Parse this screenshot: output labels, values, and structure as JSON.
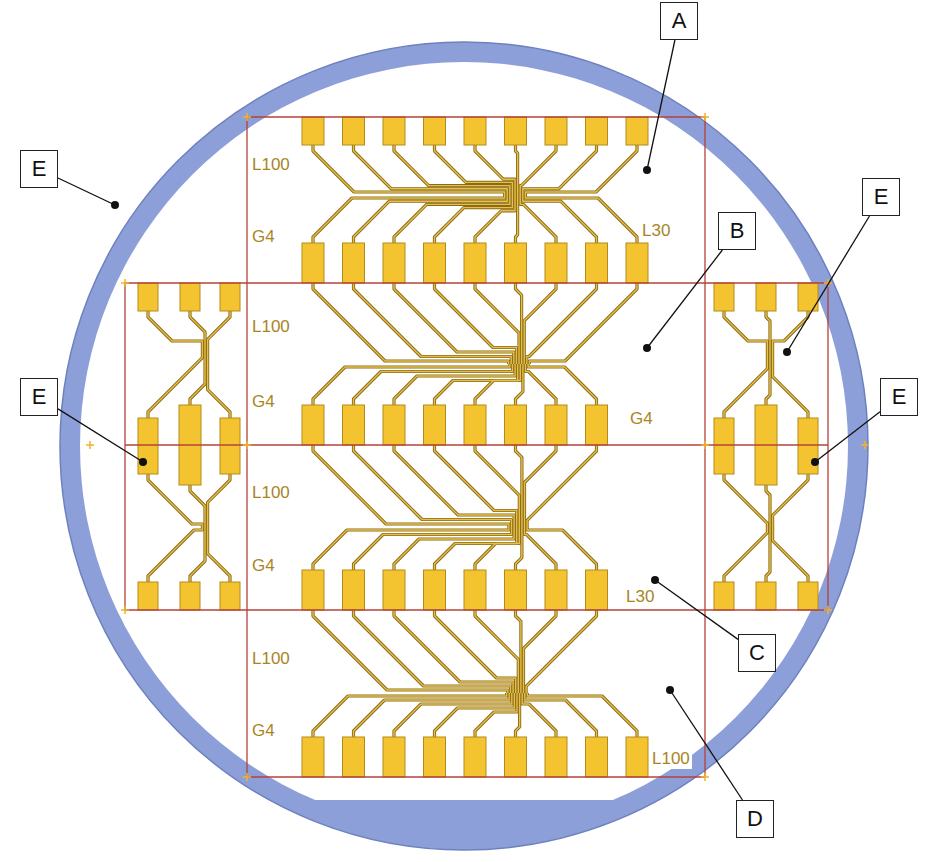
{
  "diagram": {
    "nodes": [
      {
        "text": [
          "A"
        ]
      },
      {
        "text": [
          "E"
        ]
      },
      {
        "text": [
          "E"
        ]
      },
      {
        "text": [
          "B"
        ]
      },
      {
        "text": [
          "E"
        ]
      },
      {
        "text": [
          "E"
        ]
      },
      {
        "text": [
          "C"
        ]
      },
      {
        "text": [
          "D"
        ]
      }
    ],
    "labels": [
      "L100",
      "G4",
      "L30",
      "L100",
      "G4",
      "G4",
      "L100",
      "G4",
      "L30",
      "L100",
      "G4",
      "L100"
    ]
  }
}
